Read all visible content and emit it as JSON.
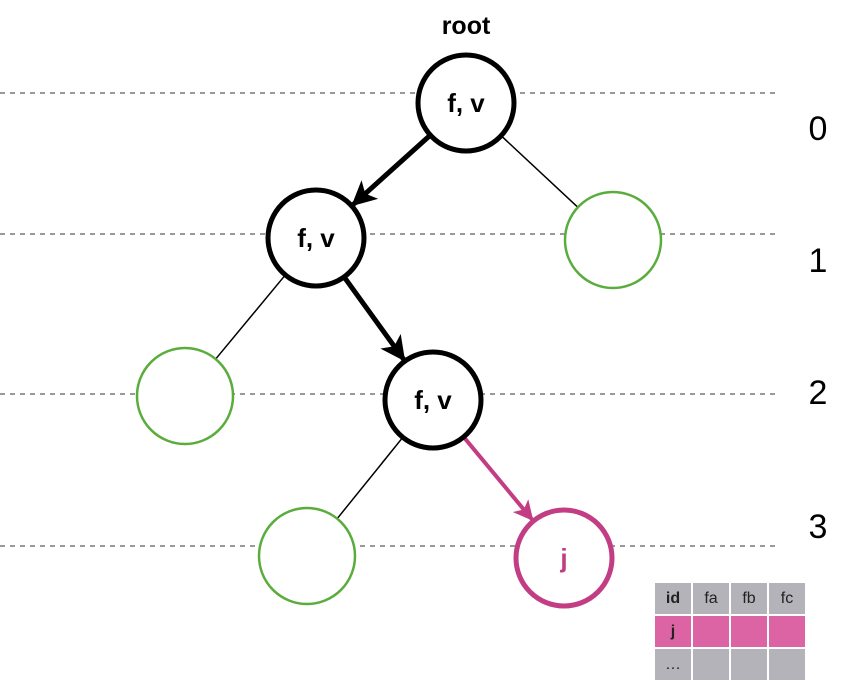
{
  "root_label": "root",
  "nodes": [
    {
      "id": "n0",
      "label": "f, v",
      "kind": "visited"
    },
    {
      "id": "n1",
      "label": "f, v",
      "kind": "visited"
    },
    {
      "id": "n2",
      "label": "",
      "kind": "empty"
    },
    {
      "id": "n3",
      "label": "",
      "kind": "empty"
    },
    {
      "id": "n4",
      "label": "f, v",
      "kind": "visited"
    },
    {
      "id": "n5",
      "label": "",
      "kind": "empty"
    },
    {
      "id": "n6",
      "label": "j",
      "kind": "target"
    }
  ],
  "edges": [
    {
      "from": "n0",
      "to": "n1",
      "style": "path-arrow"
    },
    {
      "from": "n0",
      "to": "n2",
      "style": "plain"
    },
    {
      "from": "n1",
      "to": "n3",
      "style": "plain"
    },
    {
      "from": "n1",
      "to": "n4",
      "style": "path-arrow"
    },
    {
      "from": "n4",
      "to": "n5",
      "style": "plain"
    },
    {
      "from": "n4",
      "to": "n6",
      "style": "target-arrow"
    }
  ],
  "levels": [
    "0",
    "1",
    "2",
    "3"
  ],
  "colors": {
    "visited_stroke": "#000000",
    "empty_stroke": "#5aad3c",
    "target": "#c23d84",
    "table_header": "#b3b3b9",
    "table_highlight": "#dd64a4",
    "table_row": "#b3b3b9",
    "level_line": "#999999"
  },
  "table": {
    "header": [
      "id",
      "fa",
      "fb",
      "fc"
    ],
    "rows": [
      [
        "j",
        "",
        "",
        ""
      ],
      [
        "…",
        "",
        "",
        ""
      ]
    ]
  }
}
